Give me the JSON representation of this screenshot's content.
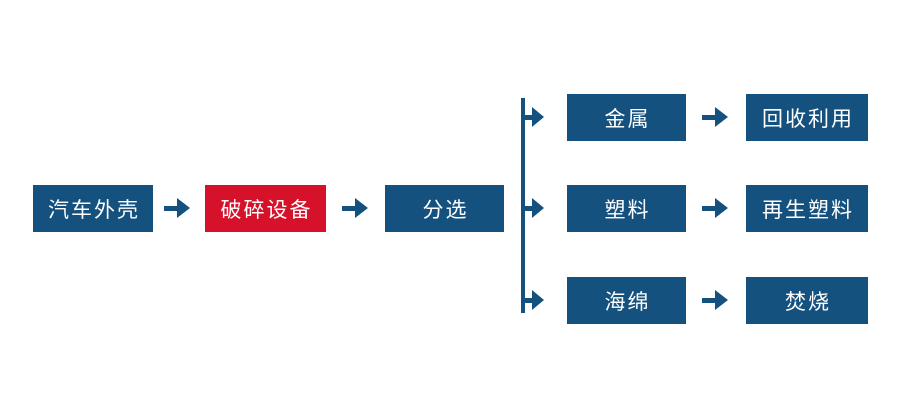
{
  "colors": {
    "primary_blue": "#15517e",
    "highlight_red": "#d6122b",
    "label_text": "#ffffff",
    "background": "#ffffff"
  },
  "diagram": {
    "type": "flowchart",
    "main_flow": {
      "car_shell": {
        "label": "汽车外壳"
      },
      "crusher": {
        "label": "破碎设备",
        "highlight": true
      },
      "sorting": {
        "label": "分选"
      }
    },
    "branches": [
      {
        "material": {
          "label": "金属"
        },
        "outcome": {
          "label": "回收利用"
        }
      },
      {
        "material": {
          "label": "塑料"
        },
        "outcome": {
          "label": "再生塑料"
        }
      },
      {
        "material": {
          "label": "海绵"
        },
        "outcome": {
          "label": "焚烧"
        }
      }
    ]
  }
}
